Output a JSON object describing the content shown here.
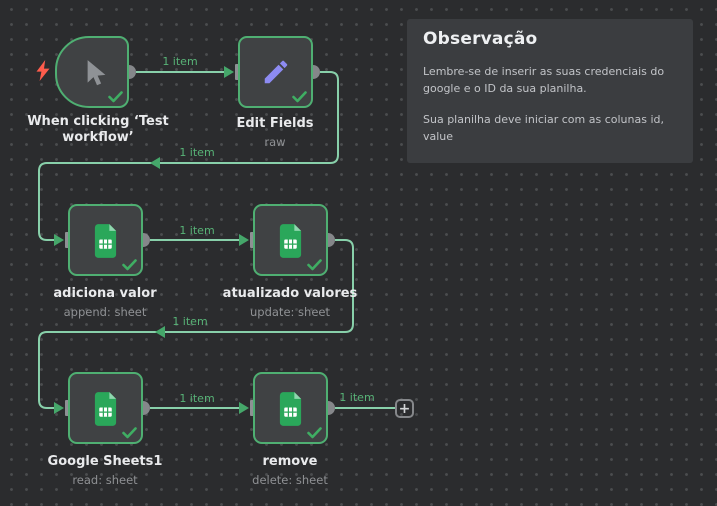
{
  "workflow": {
    "nodes": [
      {
        "id": "when-clicking-test-workflow",
        "label": "When clicking ‘Test workflow’",
        "sublabel": "",
        "icon": "mouse-pointer-icon",
        "type": "manual-trigger",
        "status": "success"
      },
      {
        "id": "edit-fields",
        "label": "Edit Fields",
        "sublabel": "raw",
        "icon": "pencil-icon",
        "type": "set",
        "status": "success"
      },
      {
        "id": "adiciona-valor",
        "label": "adiciona valor",
        "sublabel": "append: sheet",
        "icon": "google-sheets-icon",
        "type": "google-sheets",
        "status": "success"
      },
      {
        "id": "atualizado-valores",
        "label": "atualizado valores",
        "sublabel": "update: sheet",
        "icon": "google-sheets-icon",
        "type": "google-sheets",
        "status": "success"
      },
      {
        "id": "google-sheets1",
        "label": "Google Sheets1",
        "sublabel": "read: sheet",
        "icon": "google-sheets-icon",
        "type": "google-sheets",
        "status": "success"
      },
      {
        "id": "remove",
        "label": "remove",
        "sublabel": "delete: sheet",
        "icon": "google-sheets-icon",
        "type": "google-sheets",
        "status": "success"
      }
    ],
    "connections": [
      {
        "from": "when-clicking-test-workflow",
        "to": "edit-fields",
        "label": "1 item"
      },
      {
        "from": "edit-fields",
        "to": "adiciona-valor",
        "label": "1 item"
      },
      {
        "from": "adiciona-valor",
        "to": "atualizado-valores",
        "label": "1 item"
      },
      {
        "from": "atualizado-valores",
        "to": "google-sheets1",
        "label": "1 item"
      },
      {
        "from": "google-sheets1",
        "to": "remove",
        "label": "1 item"
      },
      {
        "from": "remove",
        "to": "add-node",
        "label": "1 item"
      }
    ],
    "add_node_button": "+"
  },
  "sticky_note": {
    "title": "Observação",
    "paragraphs": [
      "Lembre-se de inserir as suas credenciais do google e o ID da sua planilha.",
      "Sua planilha deve iniciar com as colunas id, value"
    ]
  },
  "colors": {
    "canvas_bg": "#2b2c2e",
    "grid_dot": "#4b4c4e",
    "node_bg": "#404244",
    "node_border_success": "#4faf72",
    "connection_line": "#88d0aa",
    "connection_label": "#58b377",
    "endpoint_gray": "#85878a",
    "check_green": "#3fae63",
    "trigger_bolt_red": "#ff5c4c",
    "pencil_purple": "#8d8bf2",
    "sheets_green": "#2aa75a",
    "sticky_bg": "#3b3d40",
    "label_text": "#e9eaec",
    "sublabel_text": "#8f9194"
  }
}
